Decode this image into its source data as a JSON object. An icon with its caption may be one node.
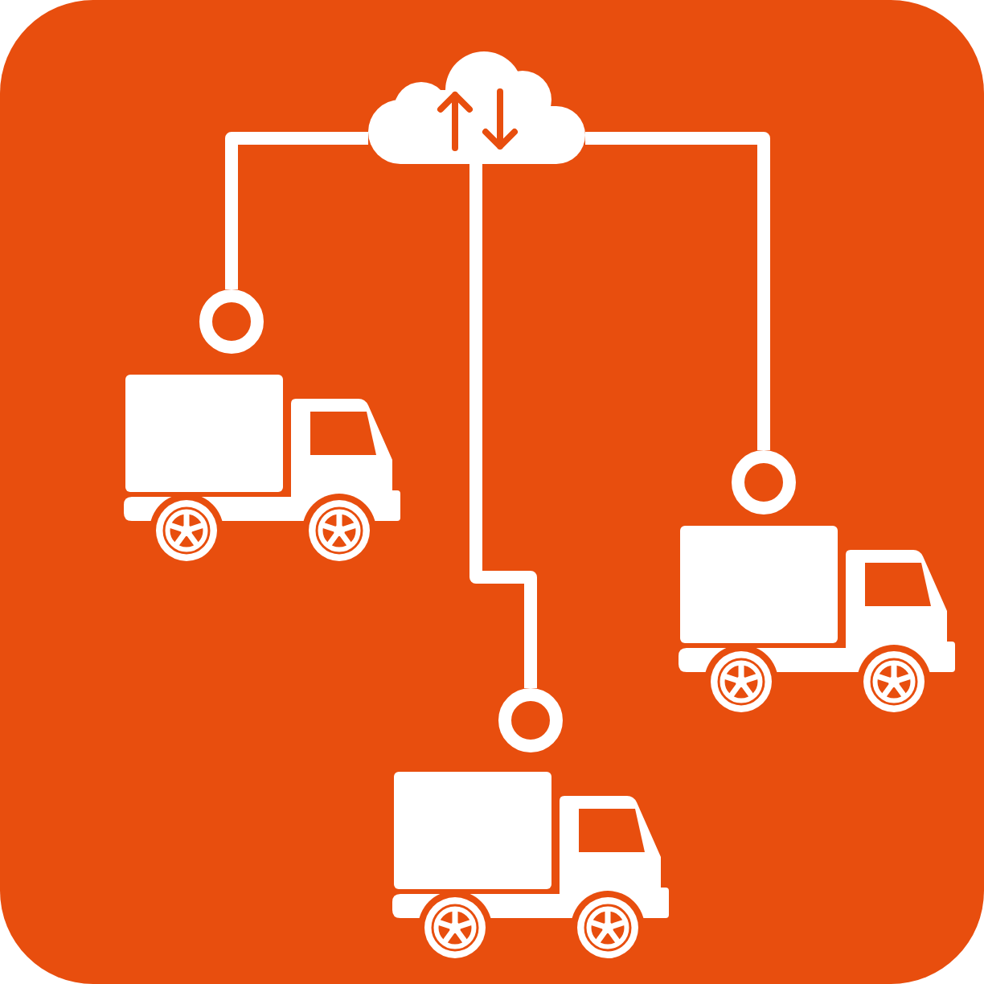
{
  "diagram": {
    "nodes": [
      {
        "text": [],
        "shape": "cloud"
      },
      {
        "text": [],
        "shape": "circle"
      },
      {
        "text": [],
        "shape": "truck"
      },
      {
        "text": [],
        "shape": "circle"
      },
      {
        "text": [],
        "shape": "truck"
      },
      {
        "text": [],
        "shape": "circle"
      },
      {
        "text": [],
        "shape": "truck"
      }
    ],
    "edges": [
      {
        "from": 0,
        "to": 1,
        "arrow": "none"
      },
      {
        "from": 0,
        "to": 5,
        "arrow": "none"
      },
      {
        "from": 0,
        "to": 3,
        "arrow": "none"
      }
    ]
  }
}
